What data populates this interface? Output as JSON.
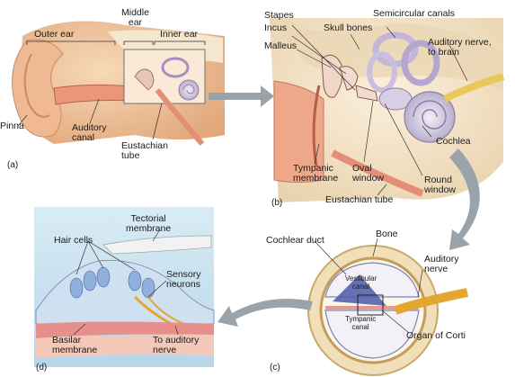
{
  "panels": {
    "a": {
      "letter": "(a)",
      "labels": {
        "outer_ear": "Outer ear",
        "middle_ear": "Middle\near",
        "inner_ear": "Inner ear",
        "pinna": "Pinna",
        "auditory_canal": "Auditory\ncanal",
        "eustachian_tube": "Eustachian\ntube"
      }
    },
    "b": {
      "letter": "(b)",
      "labels": {
        "stapes": "Stapes",
        "incus": "Incus",
        "malleus": "Malleus",
        "skull_bones": "Skull bones",
        "semicircular_canals": "Semicircular canals",
        "auditory_nerve": "Auditory nerve,\nto brain",
        "cochlea": "Cochlea",
        "tympanic_membrane": "Tympanic\nmembrane",
        "oval_window": "Oval\nwindow",
        "round_window": "Round\nwindow",
        "eustachian_tube": "Eustachian tube"
      }
    },
    "c": {
      "letter": "(c)",
      "labels": {
        "cochlear_duct": "Cochlear duct",
        "bone": "Bone",
        "auditory_nerve": "Auditory\nnerve",
        "vestibular_canal": "Vestibular\ncanal",
        "tympanic_canal": "Tympanic\ncanal",
        "organ_of_corti": "Organ of Corti"
      }
    },
    "d": {
      "letter": "(d)",
      "labels": {
        "tectorial_membrane": "Tectorial\nmembrane",
        "hair_cells": "Hair cells",
        "sensory_neurons": "Sensory\nneurons",
        "basilar_membrane": "Basilar\nmembrane",
        "to_auditory_nerve": "To auditory\nnerve"
      }
    }
  }
}
